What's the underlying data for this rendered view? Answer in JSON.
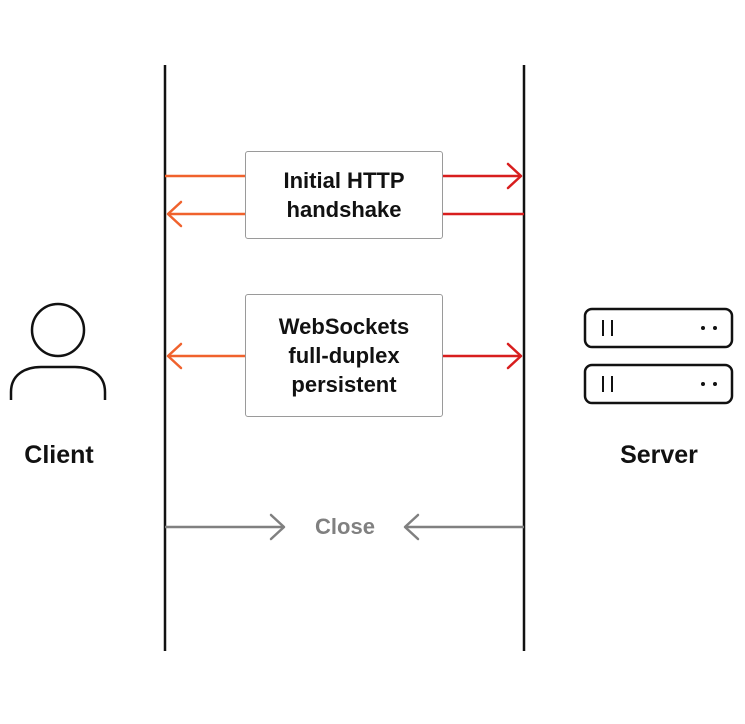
{
  "participants": {
    "client": {
      "label": "Client",
      "icon": "person-icon"
    },
    "server": {
      "label": "Server",
      "icon": "server-icon"
    }
  },
  "messages": {
    "handshake": {
      "line1": "Initial HTTP",
      "line2": "handshake"
    },
    "websockets": {
      "line1": "WebSockets",
      "line2": "full-duplex",
      "line3": "persistent"
    },
    "close": {
      "label": "Close"
    }
  },
  "colors": {
    "lifeline": "#111111",
    "client_arrow": "#f0622d",
    "server_arrow": "#d81e1e",
    "close_arrow": "#808080",
    "box_border": "#9a9a9a"
  }
}
